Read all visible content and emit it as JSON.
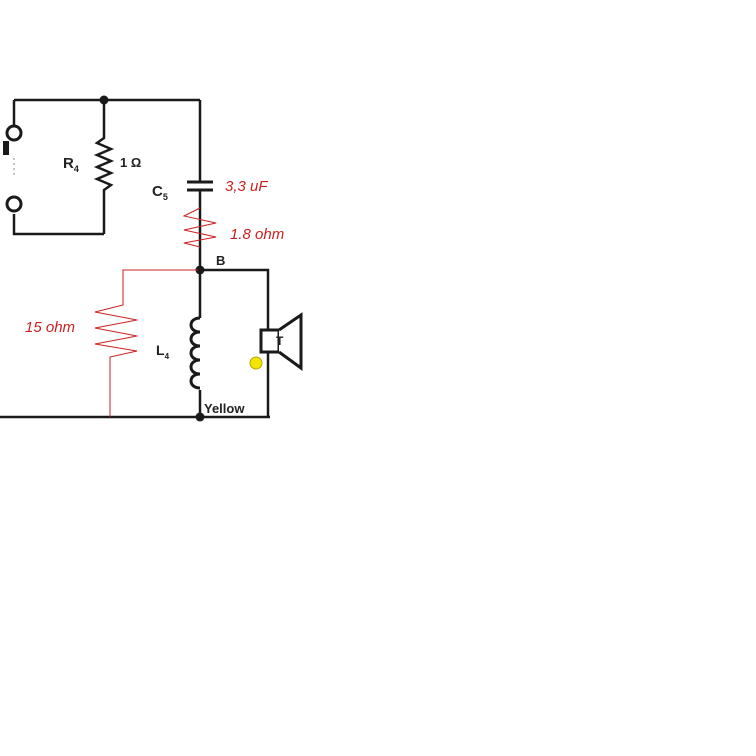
{
  "diagram": {
    "components": {
      "r4": {
        "symbol": "R",
        "subscript": "4",
        "value": "1 Ω"
      },
      "c": {
        "symbol": "C",
        "subscript": "5",
        "value": "3,3 uF"
      },
      "series_resistor": {
        "value": "1.8 ohm"
      },
      "shunt_resistor": {
        "value": "15 ohm"
      },
      "inductor": {
        "symbol": "L",
        "subscript": "4"
      },
      "tweeter": {
        "symbol": "T"
      }
    },
    "nodes": {
      "b": "B"
    },
    "wire_labels": {
      "yellow": "Yellow"
    },
    "colors": {
      "circuit": "#1a1a1a",
      "added": "#cc1f1f",
      "marker": "#f2e600"
    }
  }
}
